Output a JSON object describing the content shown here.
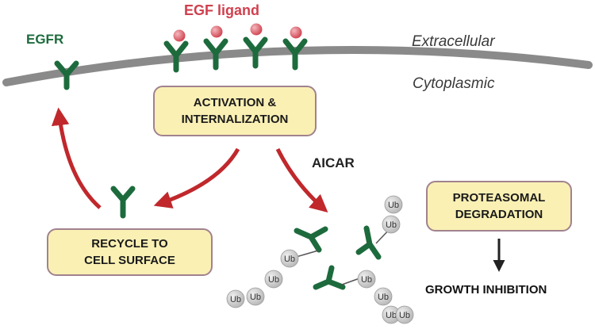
{
  "labels": {
    "egfr": "EGFR",
    "egf_ligand": "EGF ligand",
    "extracellular": "Extracellular",
    "cytoplasmic": "Cytoplasmic",
    "aicar": "AICAR",
    "growth_inhibition": "GROWTH INHIBITION"
  },
  "boxes": {
    "activation": "ACTIVATION &\nINTERNALIZATION",
    "recycle": "RECYCLE TO\nCELL SURFACE",
    "proteasomal": "PROTEASOMAL\nDEGRADATION"
  },
  "ubiquitin_label": "Ub",
  "colors": {
    "receptor": "#1d6b3d",
    "ligand": "#d0404e",
    "arrow": "#c0282c",
    "membrane": "#8a8a8a",
    "box_fill": "#faf0b4",
    "box_border": "#a1828e",
    "ubiquitin": "#c6c6c6"
  }
}
